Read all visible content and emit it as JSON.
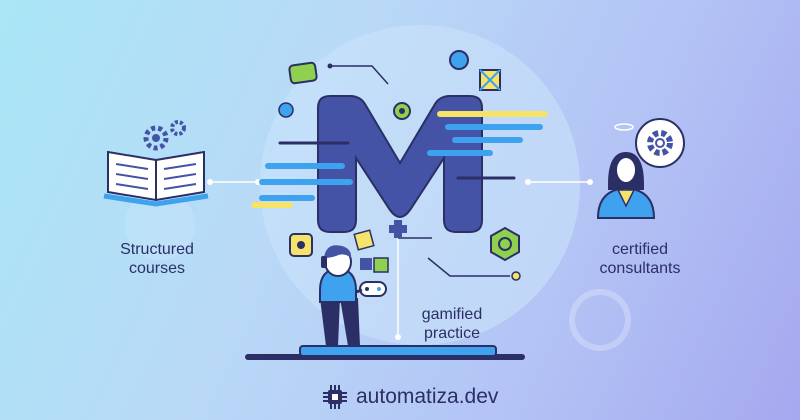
{
  "features": {
    "courses_label": "Structured\ncourses",
    "consultants_label": "certified\nconsultants",
    "practice_label": "gamified\npractice"
  },
  "brand": {
    "name": "automatiza.dev",
    "icon": "chip-icon"
  },
  "icons": {
    "center": "m-logo",
    "left": "open-book-gears-icon",
    "right": "consultant-woman-gear-icon",
    "bottom": "gamer-boy-controller-icon"
  },
  "colors": {
    "navy": "#2b2f66",
    "logo": "#4553a6",
    "accent_blue": "#3fa2ee",
    "accent_yellow": "#f6e36a",
    "accent_green": "#8fd14f"
  }
}
